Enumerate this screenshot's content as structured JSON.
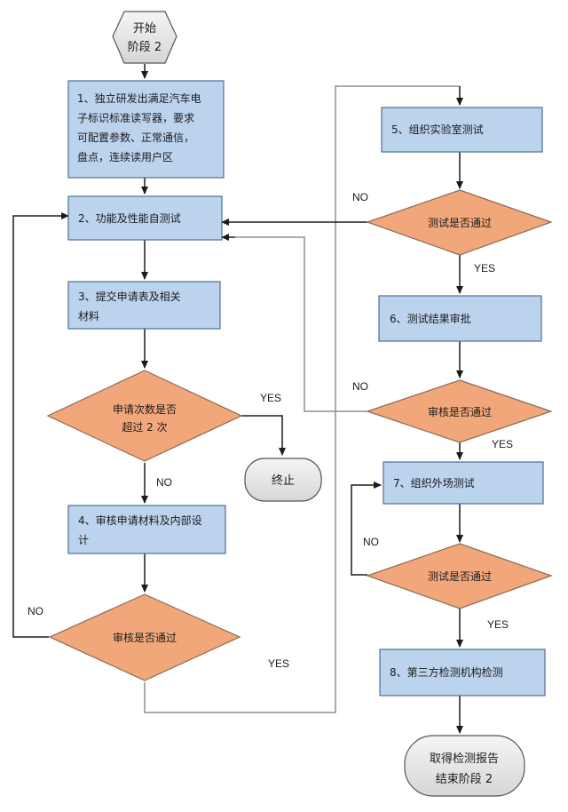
{
  "diagram": {
    "nodes": {
      "start": {
        "lines": [
          "开始",
          "阶段 2"
        ]
      },
      "n1": {
        "lines": [
          "1、独立研发出满足汽车电",
          "子标识标准读写器，要求",
          "可配置参数、正常通信，",
          "盘点，连续读用户区"
        ]
      },
      "n2": {
        "lines": [
          "2、功能及性能自测试"
        ]
      },
      "n3": {
        "lines": [
          "3、提交申请表及相关",
          "材料"
        ]
      },
      "d1": {
        "lines": [
          "申请次数是否",
          "超过 2 次"
        ]
      },
      "stop": {
        "lines": [
          "终止"
        ]
      },
      "n4": {
        "lines": [
          "4、审核申请材料及内部设",
          "计"
        ]
      },
      "d2": {
        "lines": [
          "审核是否通过"
        ]
      },
      "n5": {
        "lines": [
          "5、组织实验室测试"
        ]
      },
      "d3": {
        "lines": [
          "测试是否通过"
        ]
      },
      "n6": {
        "lines": [
          "6、测试结果审批"
        ]
      },
      "d4": {
        "lines": [
          "审核是否通过"
        ]
      },
      "n7": {
        "lines": [
          "7、组织外场测试"
        ]
      },
      "d5": {
        "lines": [
          "测试是否通过"
        ]
      },
      "n8": {
        "lines": [
          "8、第三方检测机构检测"
        ]
      },
      "end": {
        "lines": [
          "取得检测报告",
          "结束阶段 2"
        ]
      }
    },
    "labels": {
      "d1_yes": "YES",
      "d1_no": "NO",
      "d2_no": "NO",
      "d2_yes": "YES",
      "d3_no": "NO",
      "d3_yes": "YES",
      "d4_no": "NO",
      "d4_yes": "YES",
      "d5_no": "NO",
      "d5_yes": "YES"
    },
    "colors": {
      "process_fill": "#bcd3ee",
      "process_stroke": "#4f6e94",
      "decision_fill": "#f2a77a",
      "decision_stroke": "#8a6a55",
      "terminal_fill": "#e5e5e5",
      "terminal_stroke": "#555555",
      "arrow": "#1b1b1b",
      "connector": "#8f8f8f"
    }
  }
}
